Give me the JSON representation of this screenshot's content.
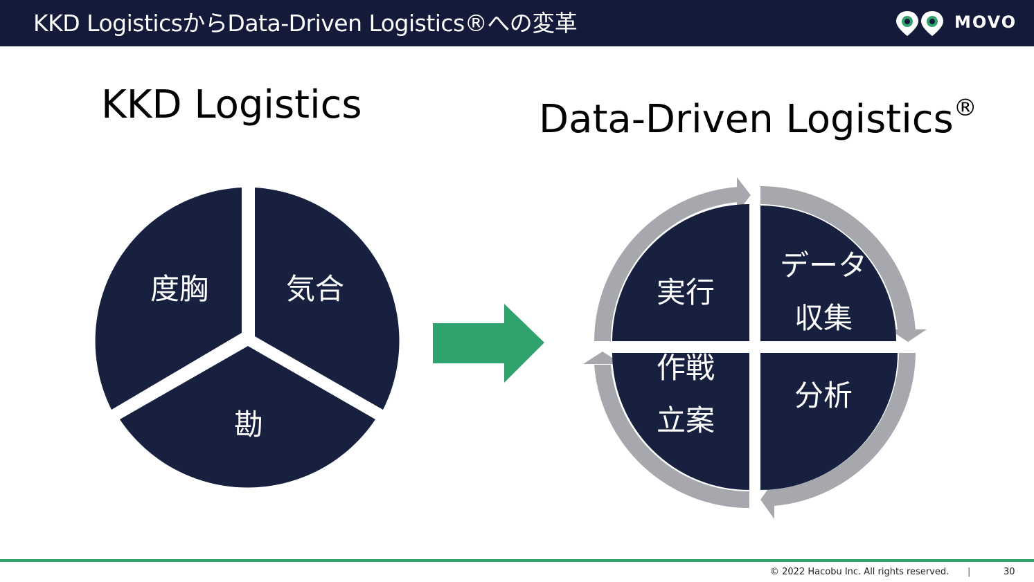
{
  "header": {
    "title": "KKD LogisticsからData-Driven Logistics®への変革",
    "brand": "MOVO",
    "logo_icon": "movo-pin-logo-icon",
    "colors": {
      "background": "#141b3a",
      "accent": "#2fa36b"
    }
  },
  "left": {
    "heading": "KKD Logistics",
    "segments": [
      {
        "label": "度胸"
      },
      {
        "label": "気合"
      },
      {
        "label": "勘"
      }
    ],
    "color": "#17203f"
  },
  "arrow": {
    "icon": "right-arrow-icon",
    "color": "#2fa36b"
  },
  "right": {
    "heading": "Data-Driven Logistics",
    "heading_mark": "®",
    "quadrants": [
      {
        "lines": [
          "実行"
        ]
      },
      {
        "lines": [
          "データ",
          "収集"
        ]
      },
      {
        "lines": [
          "作戦",
          "立案"
        ]
      },
      {
        "lines": [
          "分析"
        ]
      }
    ],
    "cycle_color": "#a6a8ad"
  },
  "footer": {
    "copyright": "© 2022 Hacobu Inc. All rights reserved.",
    "separator": "|",
    "page_number": "30"
  }
}
